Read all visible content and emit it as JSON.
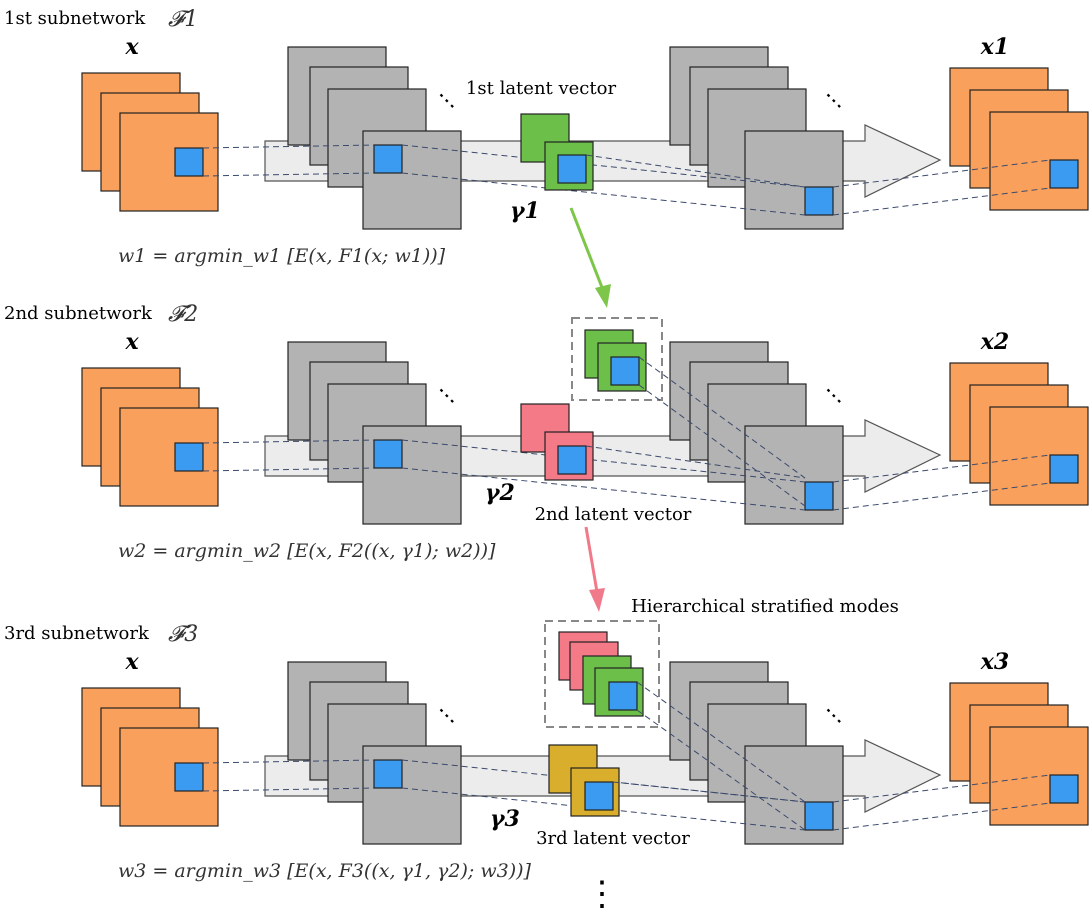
{
  "colors": {
    "orange": "#F9A05C",
    "gray": "#B3B3B3",
    "blue": "#3A9BF0",
    "green": "#6CC04A",
    "pink": "#F37A86",
    "yellow": "#D9AE2C",
    "dash": "#3b4a6b",
    "arrow_green": "#7DC64A",
    "arrow_pink": "#F07A8A"
  },
  "rows": [
    {
      "subnetwork_label": "1st subnetwork",
      "subnetwork_symbol": "𝓕1",
      "input_label": "x",
      "output_label": "x1",
      "latent_label": "1st latent vector",
      "gamma_label": "γ1",
      "equation": "w1 = argmin_w1 [E(x, F1(x; w1))]"
    },
    {
      "subnetwork_label": "2nd subnetwork",
      "subnetwork_symbol": "𝓕2",
      "input_label": "x",
      "output_label": "x2",
      "latent_label": "2nd latent vector",
      "gamma_label": "γ2",
      "equation": "w2 = argmin_w2 [E(x, F2((x, γ1); w2))]"
    },
    {
      "subnetwork_label": "3rd subnetwork",
      "subnetwork_symbol": "𝓕3",
      "input_label": "x",
      "output_label": "x3",
      "latent_label": "3rd latent vector",
      "gamma_label": "γ3",
      "equation": "w3 = argmin_w3 [E(x, F3((x, γ1, γ2); w3))]"
    }
  ],
  "hierarchical_label": "Hierarchical stratified modes",
  "ellipsis": "⋮"
}
